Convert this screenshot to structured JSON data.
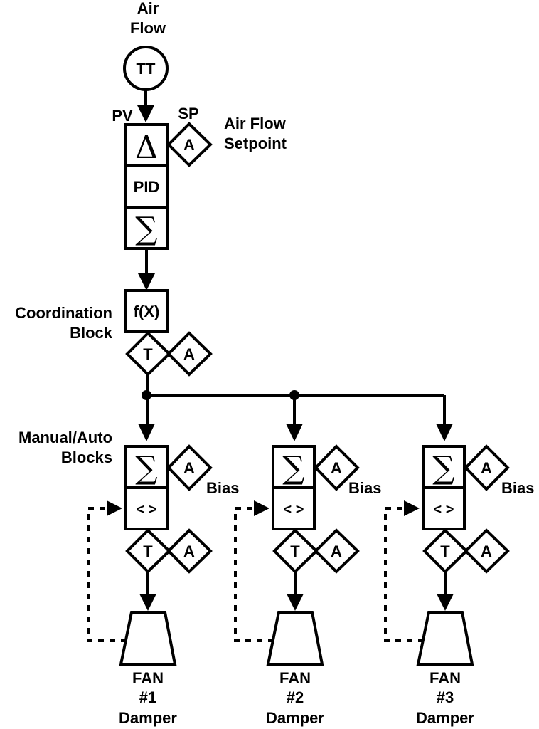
{
  "labels": {
    "air_flow": [
      "Air",
      "Flow"
    ],
    "pv": "PV",
    "sp": "SP",
    "air_flow_setpoint": [
      "Air Flow",
      "Setpoint"
    ],
    "coordination_block": [
      "Coordination",
      "Block"
    ],
    "manual_auto_blocks": [
      "Manual/Auto",
      "Blocks"
    ],
    "bias": "Bias"
  },
  "symbols": {
    "transmitter": "TT",
    "delta": "Δ",
    "pid": "PID",
    "sigma": "∑",
    "function": "f(X)",
    "auto": "A",
    "transfer": "T",
    "manual_auto": "< >"
  },
  "fans": [
    {
      "name": "FAN",
      "number": "#1",
      "type": "Damper"
    },
    {
      "name": "FAN",
      "number": "#2",
      "type": "Damper"
    },
    {
      "name": "FAN",
      "number": "#3",
      "type": "Damper"
    }
  ]
}
